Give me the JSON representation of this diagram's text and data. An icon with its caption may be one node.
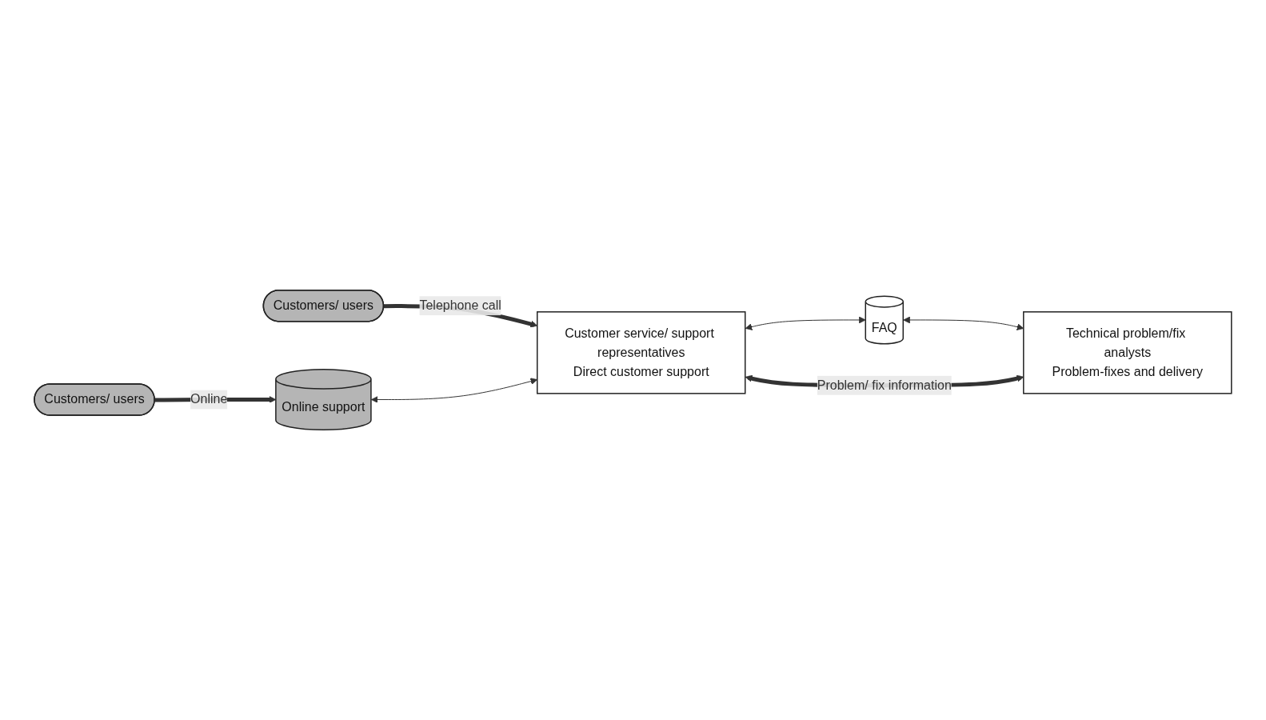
{
  "diagram": {
    "nodes": [
      {
        "text": [
          "Customers/ users"
        ]
      },
      {
        "text": [
          "Customers/ users"
        ]
      },
      {
        "text": [
          "Online support"
        ]
      },
      {
        "text": [
          "Customer service/ support representatives",
          "Direct customer support"
        ]
      },
      {
        "text": [
          "FAQ"
        ]
      },
      {
        "text": [
          "Technical problem/fix analysts",
          "Problem-fixes and delivery"
        ]
      }
    ],
    "edges": [
      {
        "from": 0,
        "to": 2,
        "arrow": "to",
        "label": "Online",
        "style": "thick"
      },
      {
        "from": 1,
        "to": 3,
        "arrow": "to",
        "label": "Telephone call",
        "style": "thick"
      },
      {
        "from": 2,
        "to": 3,
        "arrow": "both"
      },
      {
        "from": 3,
        "to": 4,
        "arrow": "both"
      },
      {
        "from": 4,
        "to": 5,
        "arrow": "both"
      },
      {
        "from": 3,
        "to": 5,
        "arrow": "both",
        "label": "Problem/ fix information",
        "style": "thick"
      }
    ]
  }
}
